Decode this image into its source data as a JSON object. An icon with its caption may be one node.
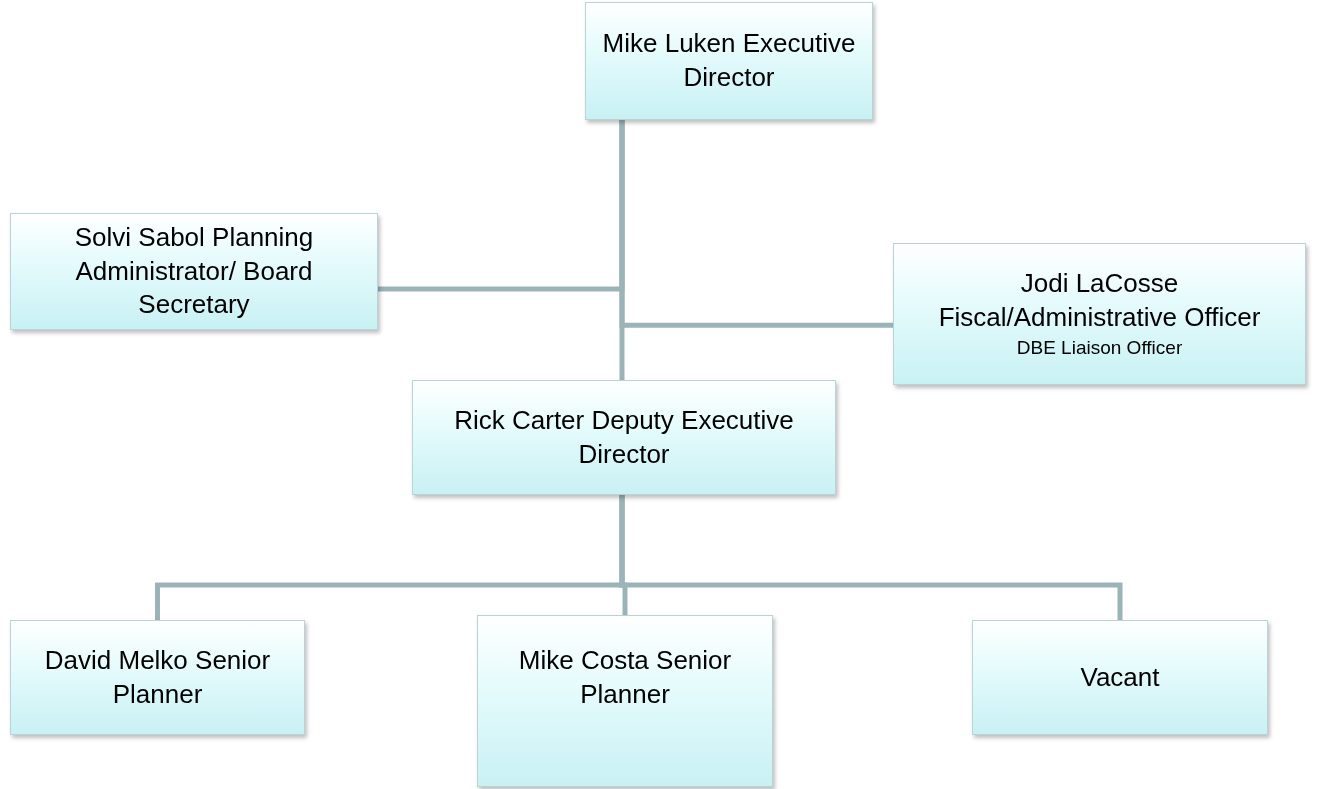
{
  "diagram": {
    "nodes": [
      {
        "text": [
          "Mike Luken Executive Director"
        ]
      },
      {
        "text": [
          "Solvi Sabol Planning Administrator/ Board Secretary"
        ]
      },
      {
        "text": [
          "Jodi LaCosse Fiscal/Administrative Officer",
          "DBE Liaison Officer"
        ]
      },
      {
        "text": [
          "Rick Carter Deputy Executive Director"
        ]
      },
      {
        "text": [
          "David Melko Senior Planner"
        ]
      },
      {
        "text": [
          "Mike Costa Senior Planner"
        ]
      },
      {
        "text": [
          "Vacant"
        ]
      }
    ],
    "edges": [
      {
        "from": 0,
        "to": 1,
        "arrow": "none"
      },
      {
        "from": 0,
        "to": 2,
        "arrow": "none"
      },
      {
        "from": 0,
        "to": 3,
        "arrow": "none"
      },
      {
        "from": 3,
        "to": 4,
        "arrow": "none"
      },
      {
        "from": 3,
        "to": 5,
        "arrow": "none"
      },
      {
        "from": 3,
        "to": 6,
        "arrow": "none"
      }
    ]
  }
}
